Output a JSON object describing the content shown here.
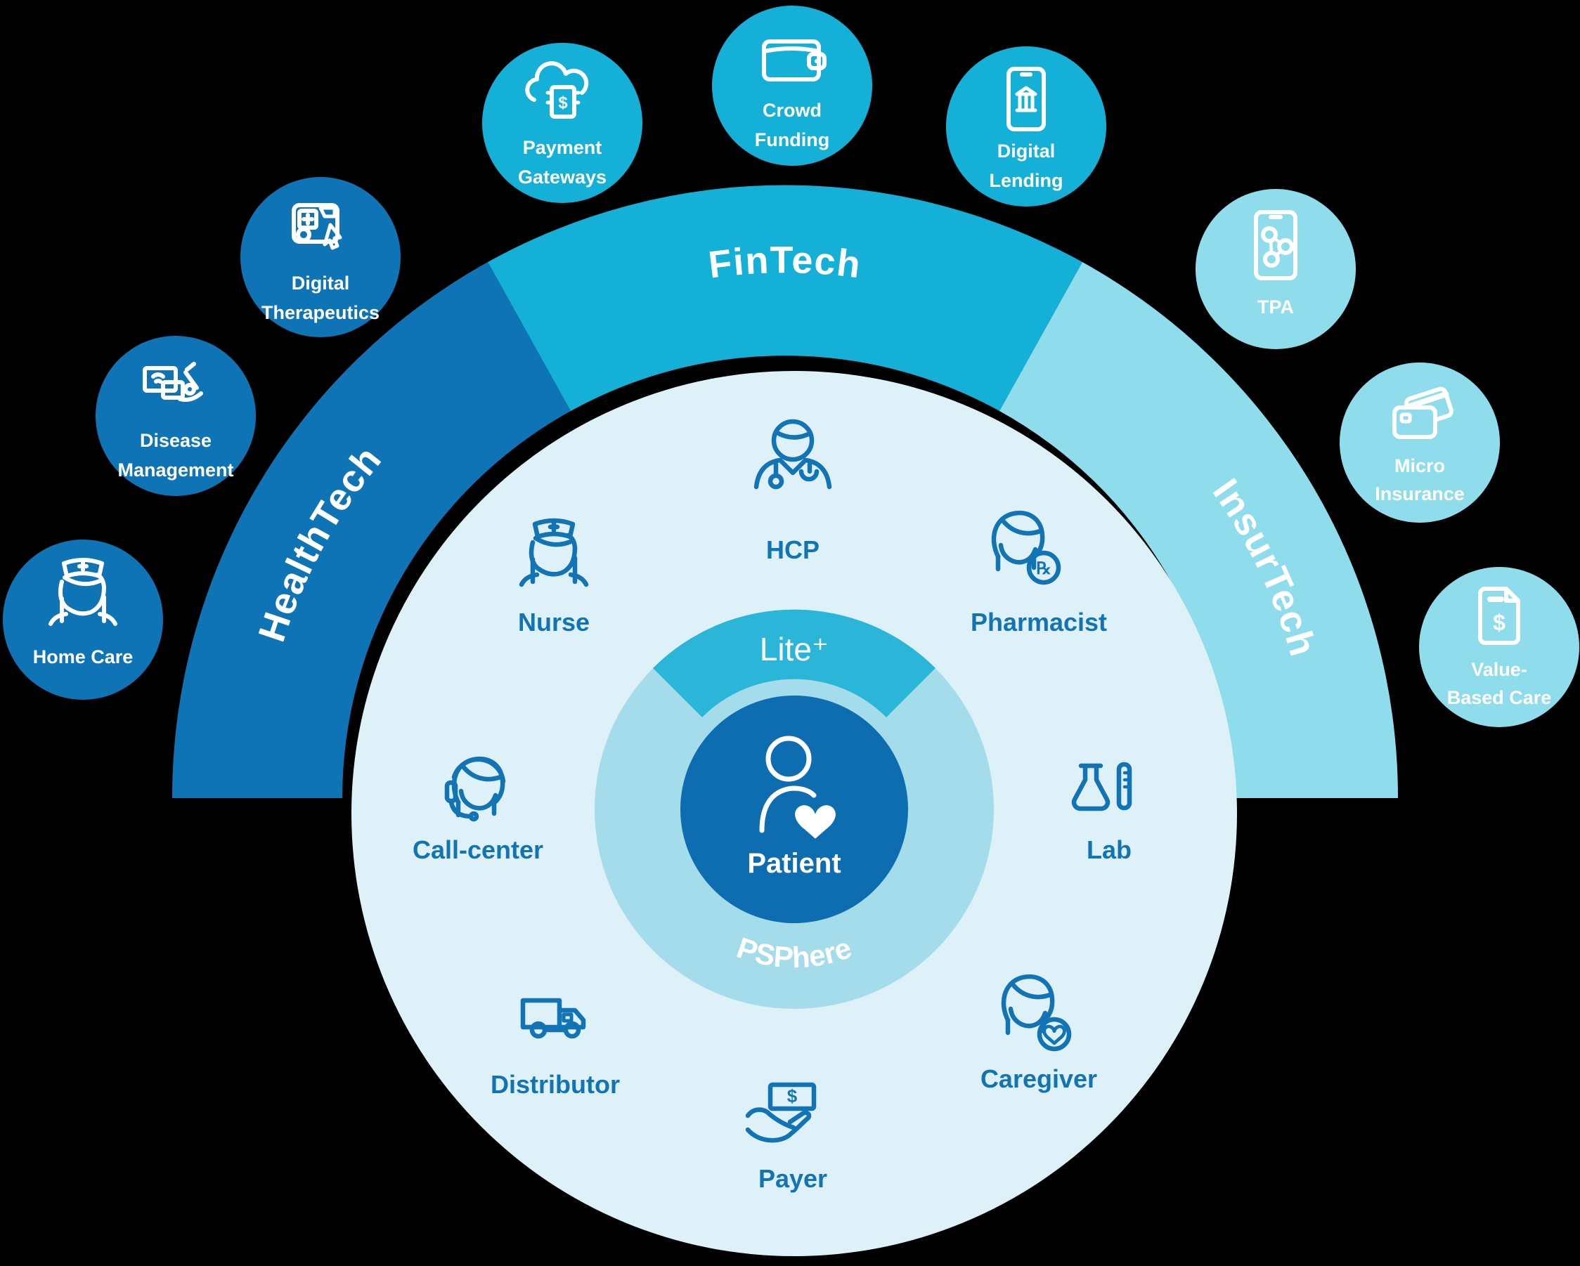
{
  "colors": {
    "background": "#000000",
    "healthtech": "#0f74b6",
    "fintech": "#14b0d8",
    "insurtech": "#8edcec",
    "inner_circle": "#def1f8",
    "ring": "#a4dcec",
    "lite_arc": "#2bb5d9",
    "patient_circle": "#0d6db0",
    "label_blue": "#1274b4",
    "white": "#ffffff"
  },
  "glyphs": {
    "dollar": "$",
    "rx": "℞"
  },
  "core": {
    "patient": "Patient",
    "lite": "Lite⁺",
    "platform": "PSPhere"
  },
  "stakeholders": [
    {
      "icon": "doctor-icon",
      "label": "HCP"
    },
    {
      "icon": "nurse-icon",
      "label": "Nurse"
    },
    {
      "icon": "pharmacist-icon",
      "label": "Pharmacist"
    },
    {
      "icon": "headset-agent-icon",
      "label": "Call-center"
    },
    {
      "icon": "lab-flask-icon",
      "label": "Lab"
    },
    {
      "icon": "truck-icon",
      "label": "Distributor"
    },
    {
      "icon": "caregiver-heart-icon",
      "label": "Caregiver"
    },
    {
      "icon": "hand-money-icon",
      "label": "Payer"
    }
  ],
  "sectors": [
    {
      "label": "HealthTech",
      "satellites": [
        {
          "icon": "digital-therapeutics-icon",
          "line1": "Digital",
          "line2": "Therapeutics"
        },
        {
          "icon": "disease-management-icon",
          "line1": "Disease",
          "line2": "Management"
        },
        {
          "icon": "home-care-icon",
          "line1": "Home Care",
          "line2": ""
        }
      ]
    },
    {
      "label": "FinTech",
      "satellites": [
        {
          "icon": "payment-gateways-icon",
          "line1": "Payment",
          "line2": "Gateways"
        },
        {
          "icon": "crowd-funding-icon",
          "line1": "Crowd",
          "line2": "Funding"
        },
        {
          "icon": "digital-lending-icon",
          "line1": "Digital",
          "line2": "Lending"
        }
      ]
    },
    {
      "label": "InsurTech",
      "satellites": [
        {
          "icon": "tpa-icon",
          "line1": "TPA",
          "line2": ""
        },
        {
          "icon": "micro-insurance-icon",
          "line1": "Micro",
          "line2": "Insurance"
        },
        {
          "icon": "value-based-care-icon",
          "line1": "Value-",
          "line2": "Based Care"
        }
      ]
    }
  ]
}
